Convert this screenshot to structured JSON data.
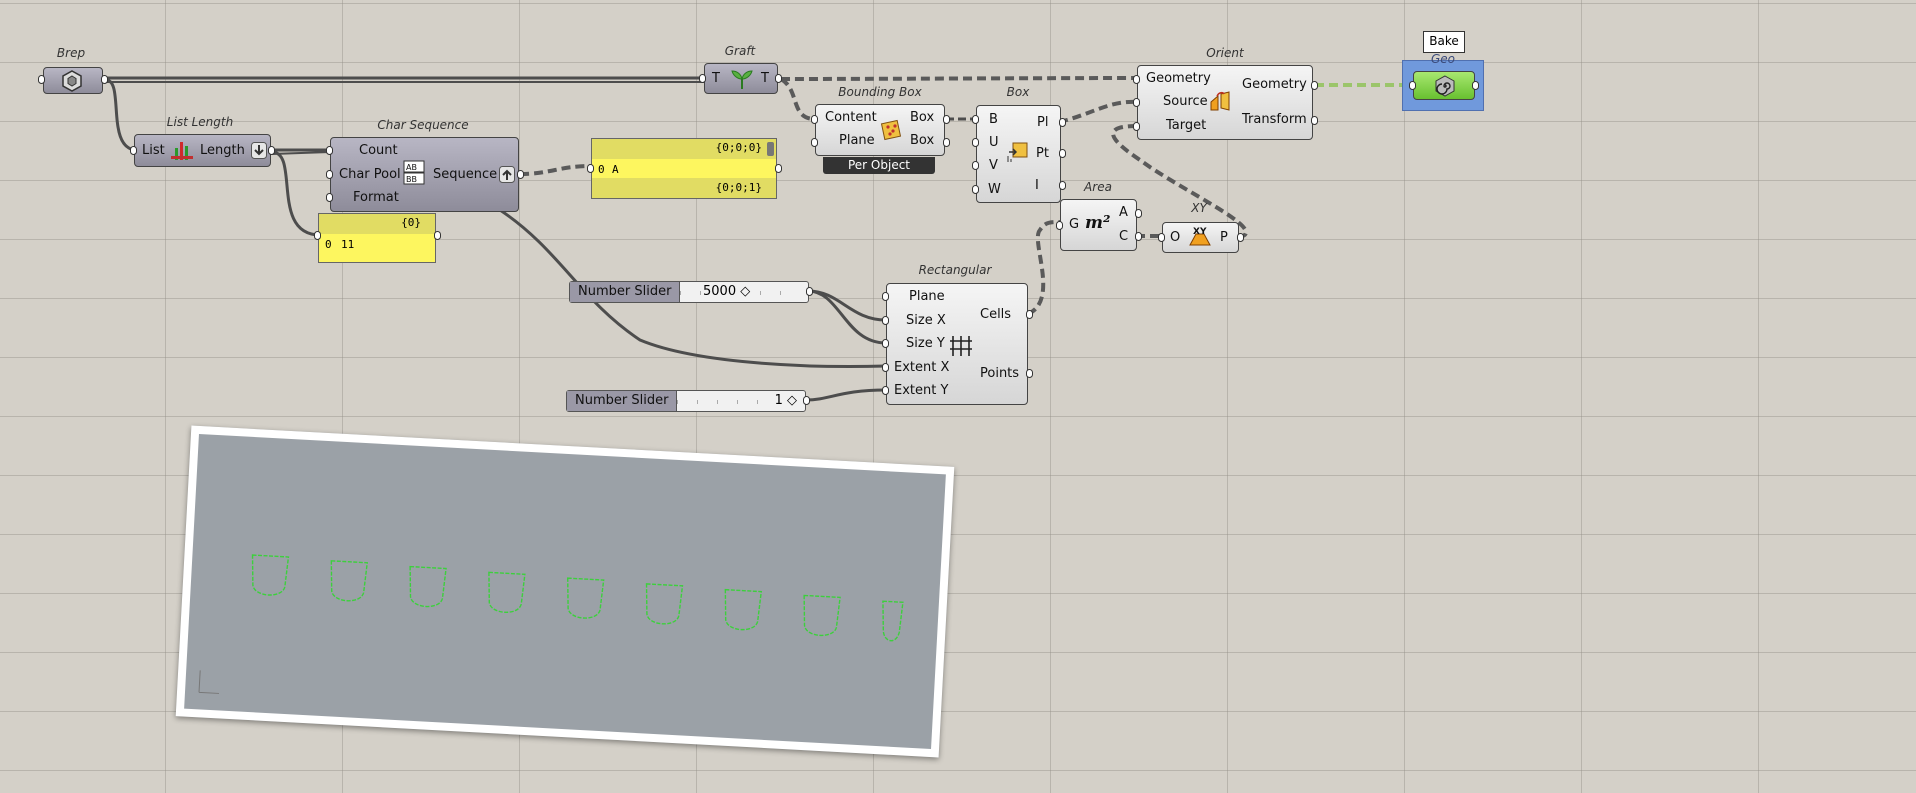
{
  "canvas": {
    "background": "#d4d0c8",
    "wire_color": "#4d4d4d",
    "panel_color": "#fdf65f",
    "selected_color": "#7099dc",
    "bake_green": "#7ed040"
  },
  "components": {
    "brep": {
      "caption": "Brep",
      "icon": "brep-hexagon-icon"
    },
    "graft": {
      "caption": "Graft",
      "in": "T",
      "out": "T",
      "icon": "sprout-icon"
    },
    "list_length": {
      "caption": "List Length",
      "in": "List",
      "out": "Length",
      "icon": "list-length-icon"
    },
    "char_sequence": {
      "caption": "Char Sequence",
      "inputs": [
        "Count",
        "Char Pool",
        "Format"
      ],
      "output": "Sequence",
      "icon": "char-sequence-icon"
    },
    "bounding_box": {
      "caption": "Bounding Box",
      "inputs": [
        "Content",
        "Plane"
      ],
      "outputs": [
        "Box",
        "Box"
      ],
      "footer": "Per Object",
      "icon": "bounding-box-icon"
    },
    "box": {
      "caption": "Box",
      "inputs": [
        "B",
        "U",
        "V",
        "W"
      ],
      "outputs": [
        "Pl",
        "Pt",
        "I"
      ],
      "icon": "deconstruct-box-icon"
    },
    "orient": {
      "caption": "Orient",
      "inputs": [
        "Geometry",
        "Source",
        "Target"
      ],
      "outputs": [
        "Geometry",
        "Transform"
      ],
      "icon": "orient-icon"
    },
    "geo": {
      "caption": "Geo",
      "tooltip": "Bake",
      "icon": "bake-spiral-icon"
    },
    "area": {
      "caption": "Area",
      "in": "G",
      "outputs": [
        "A",
        "C"
      ],
      "icon_text": "m²"
    },
    "xy": {
      "caption": "XY",
      "in": "O",
      "out": "P",
      "icon_text": "XY"
    },
    "rectangular": {
      "caption": "Rectangular",
      "inputs": [
        "Plane",
        "Size X",
        "Size Y",
        "Extent X",
        "Extent Y"
      ],
      "outputs": [
        "Cells",
        "Points"
      ],
      "icon": "grid-icon"
    }
  },
  "panels": {
    "sequence_panel": {
      "header": "{0;0;0}",
      "row_index": "0",
      "row_value": "A",
      "footer": "{0;0;1}"
    },
    "length_panel": {
      "header": "{0}",
      "row_index": "0",
      "row_value": "11"
    }
  },
  "sliders": {
    "slider_size": {
      "label": "Number Slider",
      "value": "5000 ◇"
    },
    "slider_extent": {
      "label": "Number Slider",
      "value": "1 ◇"
    }
  },
  "viewport": {
    "shape_count": 9,
    "curve_color": "#3cd03c"
  }
}
